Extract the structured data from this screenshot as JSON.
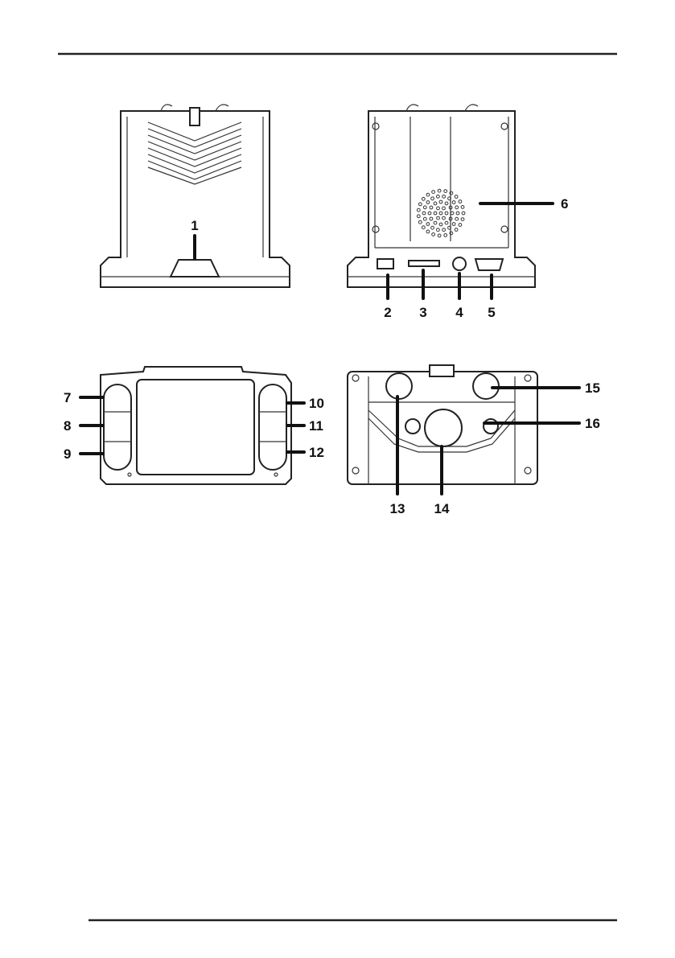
{
  "figure": {
    "callouts": [
      "1",
      "2",
      "3",
      "4",
      "5",
      "6",
      "7",
      "8",
      "9",
      "10",
      "11",
      "12",
      "13",
      "14",
      "15",
      "16"
    ]
  }
}
